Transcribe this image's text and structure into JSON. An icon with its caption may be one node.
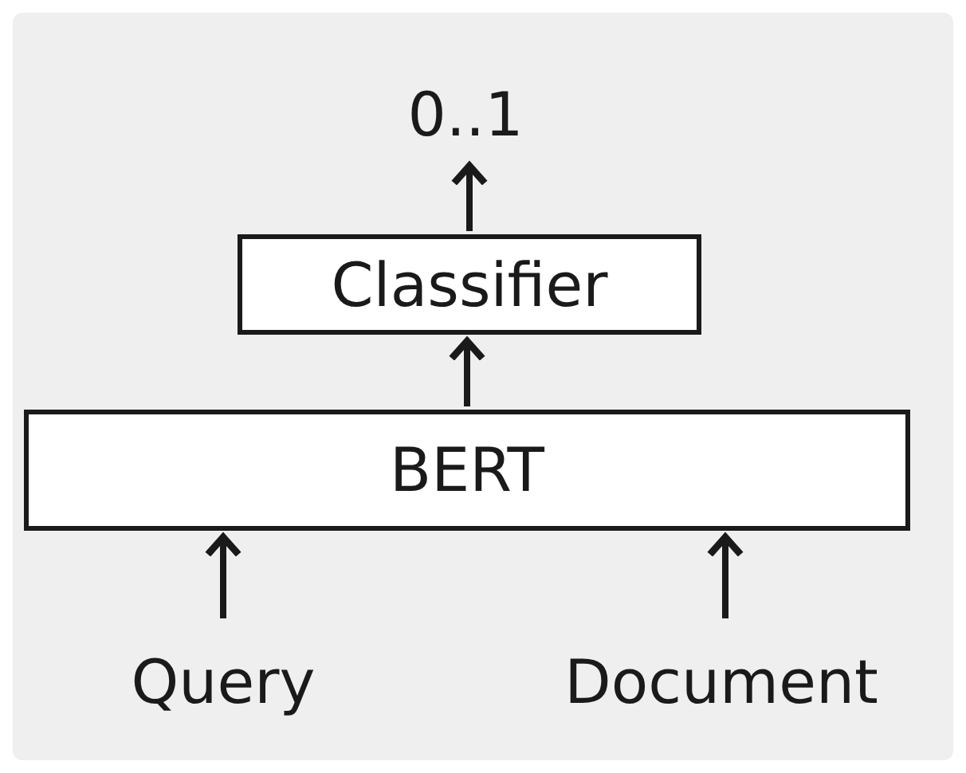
{
  "diagram": {
    "nodes": [
      {
        "text": [
          "0..1"
        ]
      },
      {
        "text": [
          "Classifier"
        ]
      },
      {
        "text": [
          "BERT"
        ]
      },
      {
        "text": [
          "Query"
        ]
      },
      {
        "text": [
          "Document"
        ]
      }
    ],
    "edges": [
      {
        "from": 1,
        "to": 0,
        "arrow": "to"
      },
      {
        "from": 2,
        "to": 1,
        "arrow": "to"
      },
      {
        "from": 3,
        "to": 2,
        "arrow": "to"
      },
      {
        "from": 4,
        "to": 2,
        "arrow": "to"
      }
    ]
  }
}
